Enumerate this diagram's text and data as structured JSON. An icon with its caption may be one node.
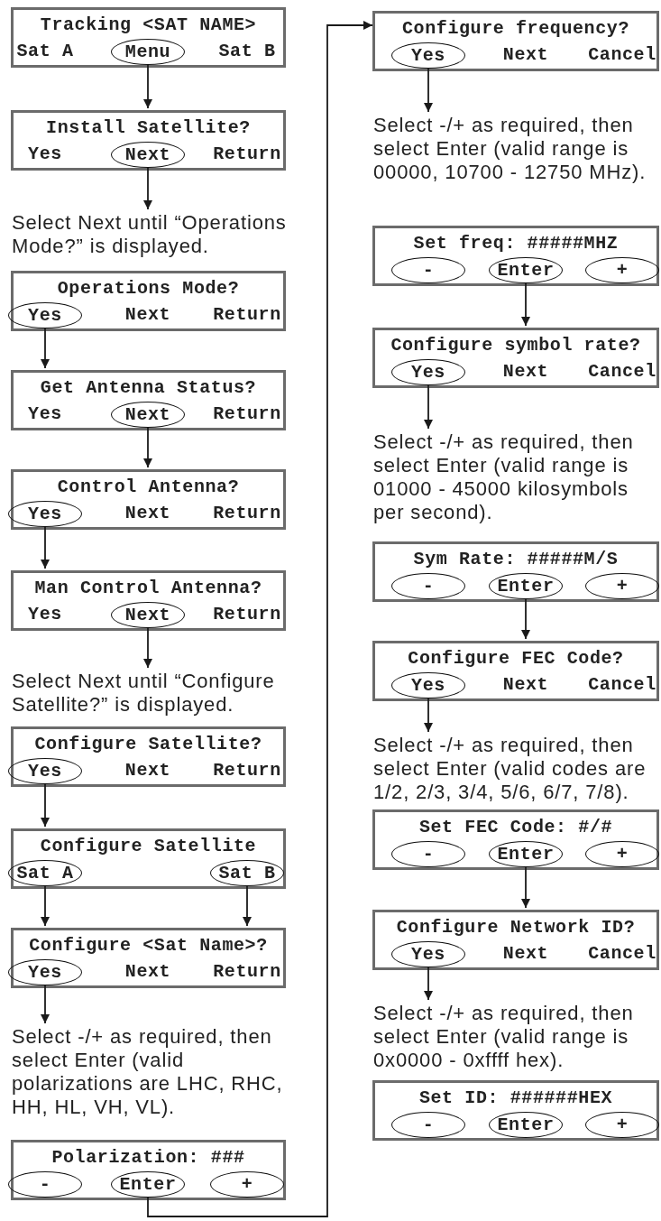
{
  "diagram": {
    "nodes": [
      {
        "text": [
          "Tracking <SAT NAME>",
          "Sat A",
          "Sat B"
        ]
      },
      {
        "text": [
          "Menu"
        ],
        "in": 0
      },
      {
        "text": [
          "Install Satellite?",
          "Yes",
          "Return"
        ]
      },
      {
        "text": [
          "Next"
        ],
        "in": 2
      },
      {
        "text": [
          "Select Next until “Operations Mode?” is displayed."
        ]
      },
      {
        "text": [
          "Operations Mode?",
          "Next",
          "Return"
        ]
      },
      {
        "text": [
          "Yes"
        ],
        "in": 5
      },
      {
        "text": [
          "Get Antenna Status?",
          "Yes",
          "Return"
        ]
      },
      {
        "text": [
          "Next"
        ],
        "in": 7
      },
      {
        "text": [
          "Control Antenna?",
          "Next",
          "Return"
        ]
      },
      {
        "text": [
          "Yes"
        ],
        "in": 9
      },
      {
        "text": [
          "Man Control Antenna?",
          "Yes",
          "Return"
        ]
      },
      {
        "text": [
          "Next"
        ],
        "in": 11
      },
      {
        "text": [
          "Select Next until “Configure Satellite?” is displayed."
        ]
      },
      {
        "text": [
          "Configure Satellite?",
          "Next",
          "Return"
        ]
      },
      {
        "text": [
          "Yes"
        ],
        "in": 14
      },
      {
        "text": [
          "Configure Satellite"
        ]
      },
      {
        "text": [
          "Sat A"
        ],
        "in": 16
      },
      {
        "text": [
          "Sat B"
        ],
        "in": 16
      },
      {
        "text": [
          "Configure <Sat Name>?",
          "Next",
          "Return"
        ]
      },
      {
        "text": [
          "Yes"
        ],
        "in": 19
      },
      {
        "text": [
          "Select -/+ as required, then select Enter (valid polarizations are LHC, RHC, HH, HL, VH, VL)."
        ]
      },
      {
        "text": [
          "Polarization: ###"
        ]
      },
      {
        "text": [
          "-"
        ],
        "in": 22
      },
      {
        "text": [
          "Enter"
        ],
        "in": 22
      },
      {
        "text": [
          "+"
        ],
        "in": 22
      },
      {
        "text": [
          "Configure frequency?",
          "Next",
          "Cancel"
        ]
      },
      {
        "text": [
          "Yes"
        ],
        "in": 26
      },
      {
        "text": [
          "Select -/+ as required, then select Enter (valid range is 00000, 10700 - 12750 MHz)."
        ]
      },
      {
        "text": [
          "Set freq: #####MHZ"
        ]
      },
      {
        "text": [
          "-"
        ],
        "in": 29
      },
      {
        "text": [
          "Enter"
        ],
        "in": 29
      },
      {
        "text": [
          "+"
        ],
        "in": 29
      },
      {
        "text": [
          "Configure symbol rate?",
          "Next",
          "Cancel"
        ]
      },
      {
        "text": [
          "Yes"
        ],
        "in": 33
      },
      {
        "text": [
          "Select -/+ as required, then select Enter (valid range is 01000 - 45000 kilosymbols per second)."
        ]
      },
      {
        "text": [
          "Sym Rate: #####M/S"
        ]
      },
      {
        "text": [
          "-"
        ],
        "in": 36
      },
      {
        "text": [
          "Enter"
        ],
        "in": 36
      },
      {
        "text": [
          "+"
        ],
        "in": 36
      },
      {
        "text": [
          "Configure FEC Code?",
          "Next",
          "Cancel"
        ]
      },
      {
        "text": [
          "Yes"
        ],
        "in": 40
      },
      {
        "text": [
          "Select -/+ as required, then select Enter (valid codes are 1/2, 2/3, 3/4, 5/6, 6/7, 7/8)."
        ]
      },
      {
        "text": [
          "Set FEC Code: #/#"
        ]
      },
      {
        "text": [
          "-"
        ],
        "in": 43
      },
      {
        "text": [
          "Enter"
        ],
        "in": 43
      },
      {
        "text": [
          "+"
        ],
        "in": 43
      },
      {
        "text": [
          "Configure Network ID?",
          "Next",
          "Cancel"
        ]
      },
      {
        "text": [
          "Yes"
        ],
        "in": 47
      },
      {
        "text": [
          "Select -/+ as required, then select Enter (valid range is 0x0000 - 0xffff hex)."
        ]
      },
      {
        "text": [
          "Set ID: ######HEX"
        ]
      },
      {
        "text": [
          "-"
        ],
        "in": 50
      },
      {
        "text": [
          "Enter"
        ],
        "in": 50
      },
      {
        "text": [
          "+"
        ],
        "in": 50
      }
    ],
    "edges": [
      {
        "from": 1,
        "to": 2,
        "arrow": "to"
      },
      {
        "from": 3,
        "to": 4,
        "arrow": "to"
      },
      {
        "from": 6,
        "to": 7,
        "arrow": "to"
      },
      {
        "from": 8,
        "to": 9,
        "arrow": "to"
      },
      {
        "from": 10,
        "to": 11,
        "arrow": "to"
      },
      {
        "from": 12,
        "to": 13,
        "arrow": "to"
      },
      {
        "from": 15,
        "to": 16,
        "arrow": "to"
      },
      {
        "from": 17,
        "to": 19,
        "arrow": "to"
      },
      {
        "from": 18,
        "to": 19,
        "arrow": "to"
      },
      {
        "from": 20,
        "to": 21,
        "arrow": "to"
      },
      {
        "from": 24,
        "to": 26,
        "arrow": "to"
      },
      {
        "from": 27,
        "to": 28,
        "arrow": "to"
      },
      {
        "from": 31,
        "to": 33,
        "arrow": "to"
      },
      {
        "from": 34,
        "to": 35,
        "arrow": "to"
      },
      {
        "from": 38,
        "to": 40,
        "arrow": "to"
      },
      {
        "from": 41,
        "to": 42,
        "arrow": "to"
      },
      {
        "from": 45,
        "to": 47,
        "arrow": "to"
      },
      {
        "from": 48,
        "to": 49,
        "arrow": "to"
      }
    ]
  }
}
